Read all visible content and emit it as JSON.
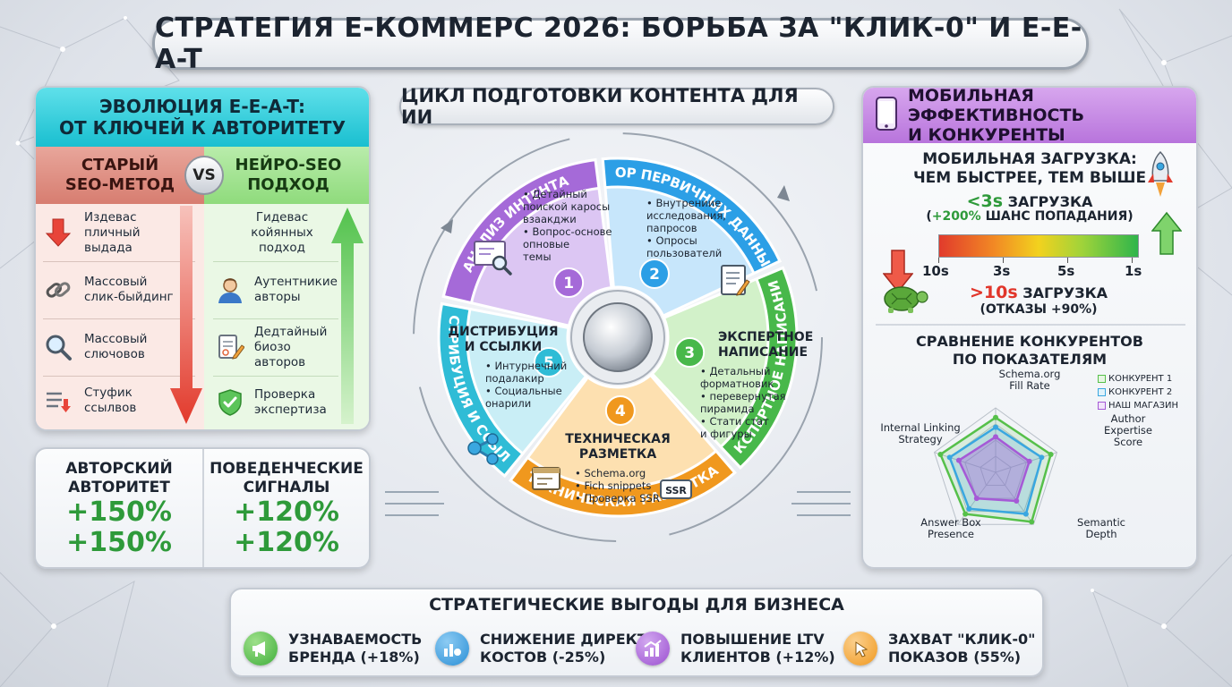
{
  "title": "СТРАТЕГИЯ E-КОММЕРС 2026: БОРЬБА ЗА \"КЛИК-0\" И E-E-A-T",
  "evolution": {
    "title_line1": "ЭВОЛЮЦИЯ E-E-A-T:",
    "title_line2": "ОТ КЛЮЧЕЙ К АВТОРИТЕТУ",
    "vs": "VS",
    "old": {
      "line1": "СТАРЫЙ",
      "line2": "SEO-МЕТОД",
      "items": [
        {
          "text": "Издевас\nпличный\nвыдада",
          "icon": "red-down-arrow-icon"
        },
        {
          "text": "Массовый\nслик-быйдинг",
          "icon": "chain-link-icon"
        },
        {
          "text": "Массовый\nслючовов",
          "icon": "magnifier-icon"
        },
        {
          "text": "Стуфик\nссылвов",
          "icon": "list-down-icon"
        }
      ]
    },
    "new": {
      "line1": "НЕЙРО-SEO",
      "line2": "ПОДХОД",
      "items": [
        {
          "text": "Гидевас\nкойянных\nподход",
          "icon": "none"
        },
        {
          "text": "Аутентникие\nавторы",
          "icon": "author-icon"
        },
        {
          "text": "Дедтайный\nбиозо\nавторов",
          "icon": "document-pen-icon"
        },
        {
          "text": "Проверка\nэкспертиза",
          "icon": "shield-check-icon"
        }
      ]
    }
  },
  "stats": [
    {
      "label_line1": "АВТОРСКИЙ",
      "label_line2": "АВТОРИТЕТ",
      "value1": "+150%",
      "value2": "+150%"
    },
    {
      "label_line1": "ПОВЕДЕНЧЕСКИЕ",
      "label_line2": "СИГНАЛЫ",
      "value1": "+120%",
      "value2": "+120%"
    }
  ],
  "cycle": {
    "title": "ЦИКЛ ПОДГОТОВКИ КОНТЕНТА ДЛЯ ИИ",
    "stages": [
      {
        "num": "1",
        "ring_label": "АНАЛИЗ ИНТЕНТА",
        "heading": "",
        "bullets": [
          "Детайный\nпоиской каросы\nвзаакджи",
          "Вопрос-основе\nопновые\nтемы"
        ],
        "color": "#a56ad8"
      },
      {
        "num": "2",
        "ring_label": "СБОР ПЕРВИЧНЫХ ДАННЫХ",
        "heading": "",
        "bullets": [
          "Внутрениие\nисследования,\nпапросов",
          "Опросы\nпользователй"
        ],
        "color": "#2c9fe6"
      },
      {
        "num": "3",
        "ring_label": "ЭКСПЕРТНОЕ НАПИСАНИЕ",
        "heading": "ЭКСПЕРТНОЕ\nНАПИСАНИЕ",
        "bullets": [
          "Детальный\nформатновик",
          "перевернутая\nпирамида",
          "Стати стат\nи фигуры"
        ],
        "color": "#48b84a"
      },
      {
        "num": "4",
        "ring_label": "ТЕХНИЧЕСКАЯ РАЗМЕТКА",
        "heading": "ТЕХНИЧЕСКАЯ\nРАЗМЕТКА",
        "bullets": [
          "Schema.org",
          "Fich snippets",
          "Проверка SSR"
        ],
        "badge": "SSR",
        "color": "#f0981e"
      },
      {
        "num": "5",
        "ring_label": "ДИСТРИБУЦИЯ И ССЫЛКИ",
        "heading": "ДИСТРИБУЦИЯ\nИ ССЫЛКИ",
        "bullets": [
          "Интурнечний\nподалакир",
          "Социальные\nонарили"
        ],
        "color": "#2fbcd6"
      }
    ]
  },
  "mobile": {
    "title_line1": "МОБИЛЬНАЯ ЭФФЕКТИВНОСТЬ",
    "title_line2": "И КОНКУРЕНТЫ",
    "sub_line1": "МОБИЛЬНАЯ ЗАГРУЗКА:",
    "sub_line2": "ЧЕМ БЫСТРЕЕ, ТЕМ ВЫШЕ",
    "fast_value": "<3s",
    "fast_label": "ЗАГРУЗКА",
    "fast_pct": "+200%",
    "fast_note": "ШАНС ПОПАДАНИЯ)",
    "fast_open": "(",
    "ticks": [
      "10s",
      "3s",
      "5s",
      "1s"
    ],
    "slow_value": ">10s",
    "slow_label": "ЗАГРУЗКА",
    "slow_note": "(ОТКАЗЫ +90%)",
    "accent_green": "#2e9a3a",
    "accent_red": "#e1352a"
  },
  "competitors": {
    "title_line1": "СРАВНЕНИЕ КОНКУРЕНТОВ",
    "title_line2": "ПО ПОКАЗАТЕЛЯМ",
    "axes": [
      "Schema.org\nFill Rate",
      "Author\nExpertise\nScore",
      "Semantic\nDepth",
      "Answer Box\nPresence",
      "Internal Linking\nStrategy"
    ],
    "legend": [
      {
        "name": "КОНКУРЕНТ 1",
        "color": "#56c04a"
      },
      {
        "name": "КОНКУРЕНТ 2",
        "color": "#3aa7e0"
      },
      {
        "name": "НАШ МАГАЗИН",
        "color": "#a55ad6"
      }
    ],
    "chart_data": {
      "type": "radar",
      "categories": [
        "Schema.org Fill Rate",
        "Author Expertise Score",
        "Semantic Depth",
        "Answer Box Presence",
        "Internal Linking Strategy"
      ],
      "series": [
        {
          "name": "КОНКУРЕНТ 1",
          "values": [
            0.85,
            0.9,
            0.95,
            0.8,
            0.9
          ]
        },
        {
          "name": "КОНКУРЕНТ 2",
          "values": [
            0.7,
            0.75,
            0.8,
            0.7,
            0.75
          ]
        },
        {
          "name": "НАШ МАГАЗИН",
          "values": [
            0.55,
            0.55,
            0.55,
            0.5,
            0.6
          ]
        }
      ],
      "ylim": [
        0,
        1
      ]
    }
  },
  "benefits": {
    "title": "СТРАТЕГИЧЕСКИЕ ВЫГОДЫ ДЛЯ БИЗНЕСА",
    "items": [
      {
        "line1": "УЗНАВАЕМОСТЬ",
        "line2": "БРЕНДА (+18%)",
        "icon": "megaphone-icon",
        "color": "#3fae3a"
      },
      {
        "line1": "СНИЖЕНИЕ ДИРЕКТ",
        "line2": "КОСТОВ (-25%)",
        "icon": "chart-coin-icon",
        "color": "#2a8fd6"
      },
      {
        "line1": "ПОВЫШЕНИЕ LTV",
        "line2": "КЛИЕНТОВ (+12%)",
        "icon": "growth-icon",
        "color": "#9b4fd0"
      },
      {
        "line1": "ЗАХВАТ \"КЛИК-0\"",
        "line2": "ПОКАЗОВ (55%)",
        "icon": "cursor-click-icon",
        "color": "#f0981e"
      }
    ]
  }
}
